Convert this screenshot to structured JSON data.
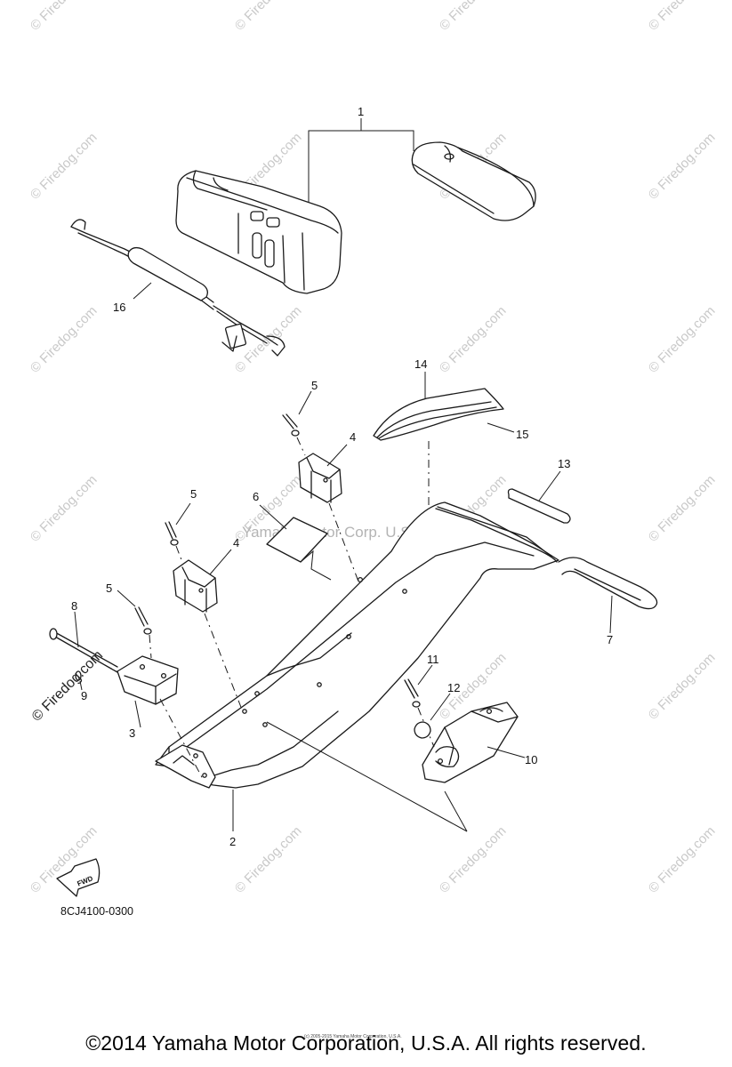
{
  "watermark": {
    "site": "© Firedog.com",
    "center": "Yamaha Motor Corp. U.S.A."
  },
  "callouts": {
    "c1": "1",
    "c2": "2",
    "c3": "3",
    "c4a": "4",
    "c4b": "4",
    "c5a": "5",
    "c5b": "5",
    "c5c": "5",
    "c6": "6",
    "c7": "7",
    "c8": "8",
    "c9": "9",
    "c10": "10",
    "c11": "11",
    "c12": "12",
    "c13": "13",
    "c14": "14",
    "c15": "15",
    "c16": "16"
  },
  "fwd_label": "FWD",
  "diagram_code": "8CJ4100-0300",
  "tiny_credit": "(c) 2005-2015 Yamaha Motor Corporation, U.S.A.",
  "footer": "©2014 Yamaha Motor Corporation, U.S.A. All rights reserved."
}
